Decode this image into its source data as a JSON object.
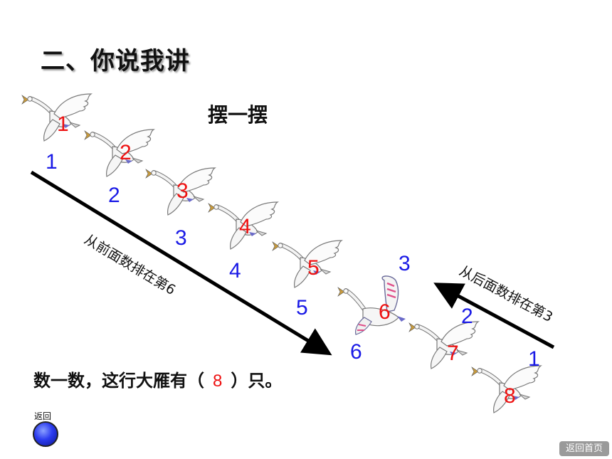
{
  "title": "二、你说我讲",
  "subtitle": "摆一摆",
  "front_numbers": [
    "1",
    "2",
    "3",
    "4",
    "5",
    "6"
  ],
  "goose_numbers": [
    "1",
    "2",
    "3",
    "4",
    "5",
    "6",
    "7",
    "8"
  ],
  "back_numbers": [
    "3",
    "2",
    "1"
  ],
  "front_label": "从前面数排在第6",
  "back_label": "从后面数排在第3",
  "question": {
    "before": "数一数，这行大雁有（",
    "answer": "8",
    "after": "）只。"
  },
  "back_button_label": "返回",
  "home_button_label": "返回首页",
  "colors": {
    "front_numbers": "#1a1ae6",
    "goose_numbers": "#ee1111",
    "highlight_wing": "#e0508a"
  }
}
